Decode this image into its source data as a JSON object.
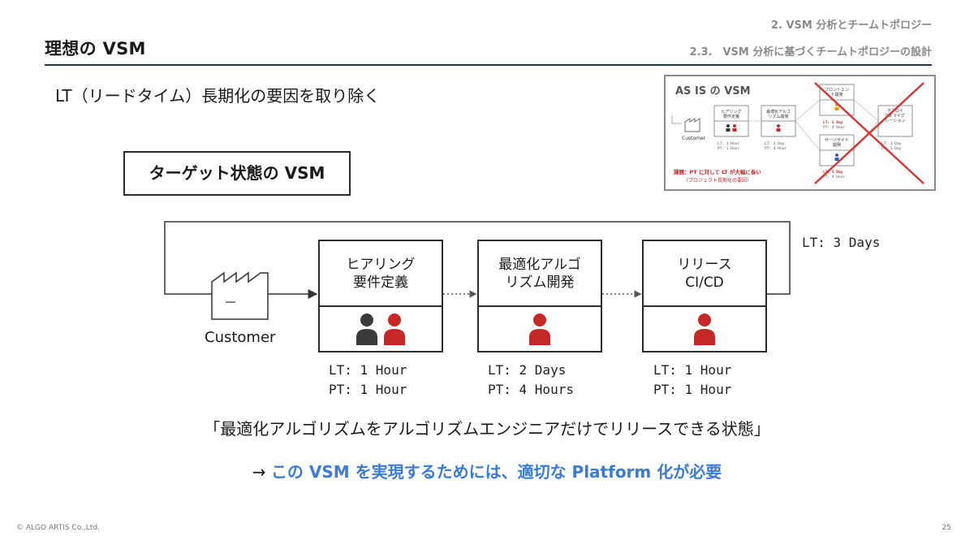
{
  "header": {
    "title": "理想の VSM",
    "section_primary": "2. VSM 分析とチームトポロジー",
    "section_secondary": "2.3.　VSM 分析に基づくチームトポロジーの設計"
  },
  "subtitle": "LT（リードタイム）長期化の要因を取り除く",
  "target_label": "ターゲット状態の VSM",
  "thumbnail": {
    "title": "AS IS の VSM",
    "customer": "Customer",
    "step1": [
      "ヒアリング",
      "要件定義"
    ],
    "step1_metrics": [
      "LT: 1 Hour",
      "PT: 1 Hour"
    ],
    "step2": [
      "最適化アルゴ",
      "リズム開発"
    ],
    "step2_metrics": [
      "LT: 2 Day",
      "PT: 4 Hour"
    ],
    "frontend": [
      "フロントエン",
      "ド開発"
    ],
    "frontend_metrics": [
      "LT: 5 Day",
      "PT: 4 Hour"
    ],
    "server": [
      "サーバサイド",
      "開発"
    ],
    "server_metrics": [
      "LT: 5 Day",
      "PT: 4 Hour"
    ],
    "deploy": [
      "デプロイ",
      "DB マイグ",
      "レーション"
    ],
    "deploy_metrics": [
      "LT: 2 Day",
      "PT: 1 Day"
    ],
    "issue_line1": "課題：PT に対して LT が大幅に長い",
    "issue_line2": "（プロジェクト長期化の要因）"
  },
  "vsm": {
    "customer_label": "Customer",
    "total_lt": "LT: 3 Days",
    "steps": [
      {
        "lines": [
          "ヒアリング",
          "要件定義"
        ],
        "lt": "LT: 1 Hour",
        "pt": "PT: 1 Hour"
      },
      {
        "lines": [
          "最適化アルゴ",
          "リズム開発"
        ],
        "lt": "LT: 2 Days",
        "pt": "PT: 4 Hours"
      },
      {
        "lines": [
          "リリース",
          "CI/CD"
        ],
        "lt": "LT: 1 Hour",
        "pt": "PT: 1 Hour"
      }
    ]
  },
  "quote": "「最適化アルゴリズムをアルゴリズムエンジニアだけでリリースできる状態」",
  "conclusion": {
    "arrow": "→ ",
    "text": "この VSM を実現するためには、適切な Platform 化が必要"
  },
  "footer": {
    "copyright": "© ALGO ARTIS Co.,Ltd.",
    "page": "25"
  },
  "colors": {
    "accent_blue": "#3a7bd5",
    "person_red": "#c62828",
    "person_dark": "#3a3a3a",
    "cross_red": "#d33a3a",
    "rule_navy": "#22344f"
  }
}
